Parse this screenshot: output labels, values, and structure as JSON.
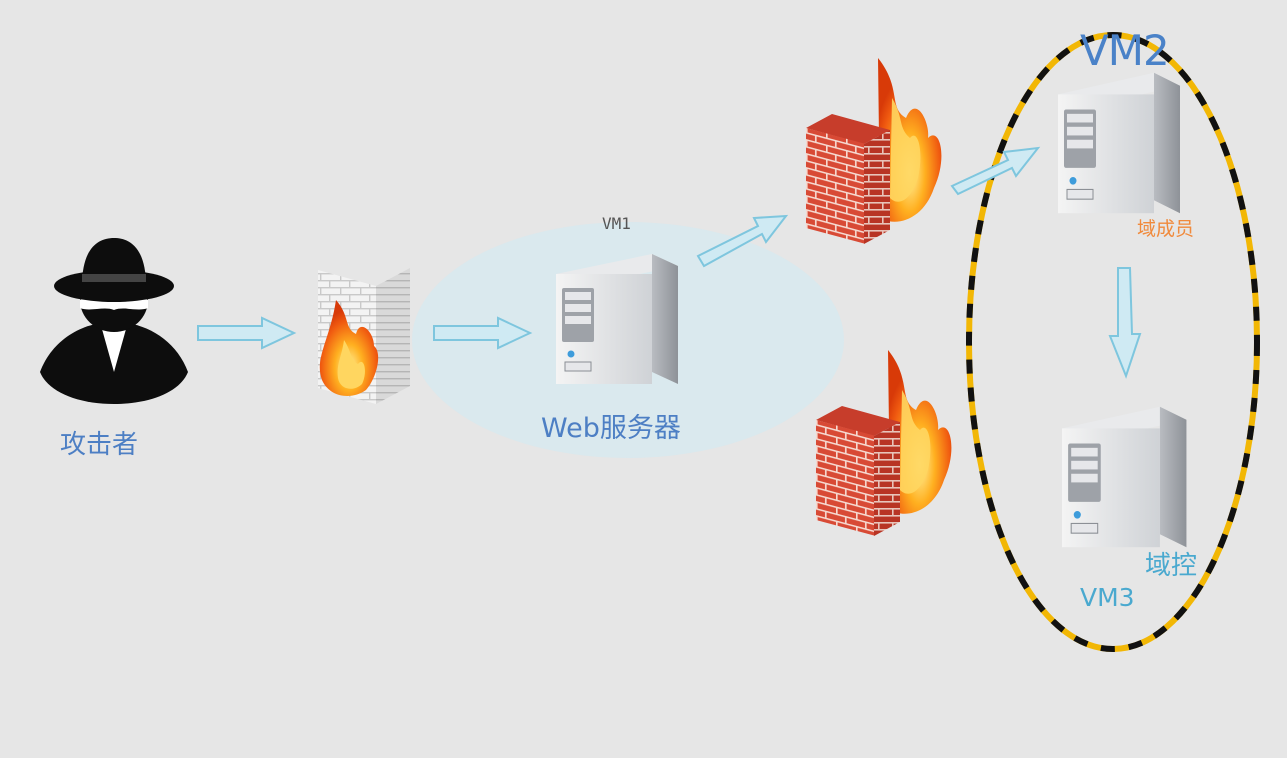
{
  "nodes": {
    "attacker": {
      "label": "攻击者"
    },
    "web_server": {
      "label": "Web服务器",
      "vm": "VM1"
    },
    "vm2": {
      "name": "VM2",
      "role": "域成员"
    },
    "vm3": {
      "name": "VM3",
      "role": "域控"
    }
  },
  "colors": {
    "background": "#e6e6e6",
    "label_blue": "#4d7fc4",
    "arrow_fill": "#cfeaf3",
    "arrow_stroke": "#7ec6de",
    "domain_ellipse_dash_a": "#f2b705",
    "domain_ellipse_dash_b": "#111111",
    "vm2_role": "#f08a3c",
    "vm3_text": "#4aa9cf"
  }
}
